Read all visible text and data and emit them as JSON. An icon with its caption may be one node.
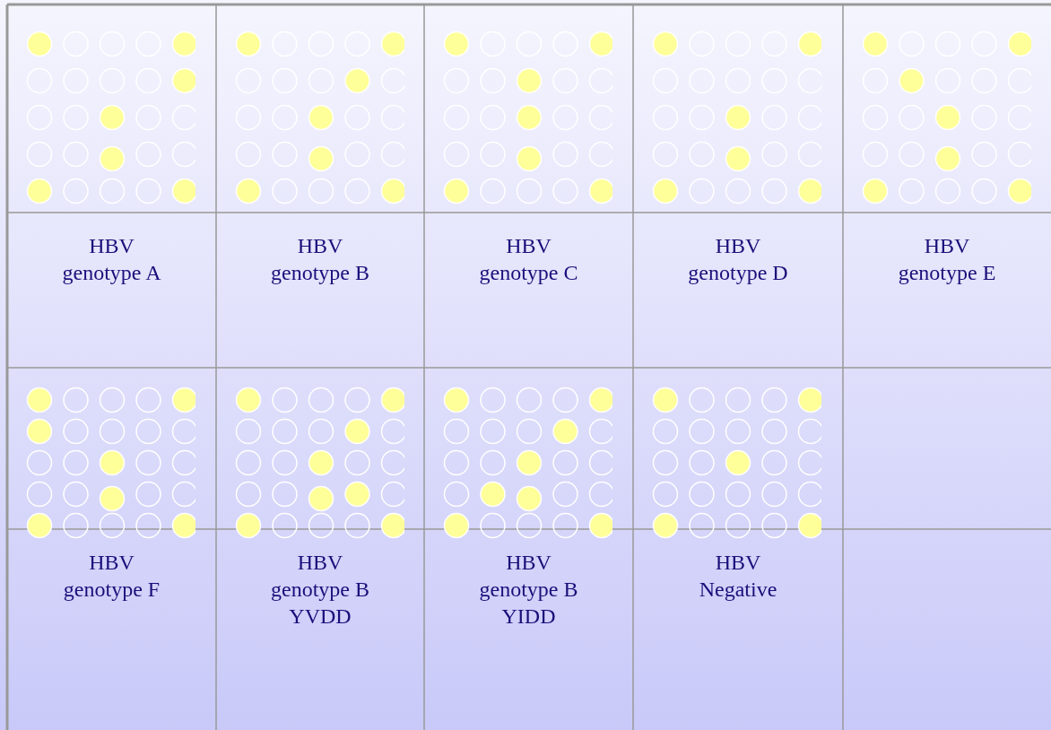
{
  "diagram": {
    "labels": [
      "HBV genotype A",
      "HBV genotype B",
      "HBV genotype C",
      "HBV genotype D",
      "HBV genotype E",
      "HBV genotype F",
      "HBV genotype B YVDD",
      "HBV genotype B YIDD",
      "HBV Negative"
    ]
  }
}
